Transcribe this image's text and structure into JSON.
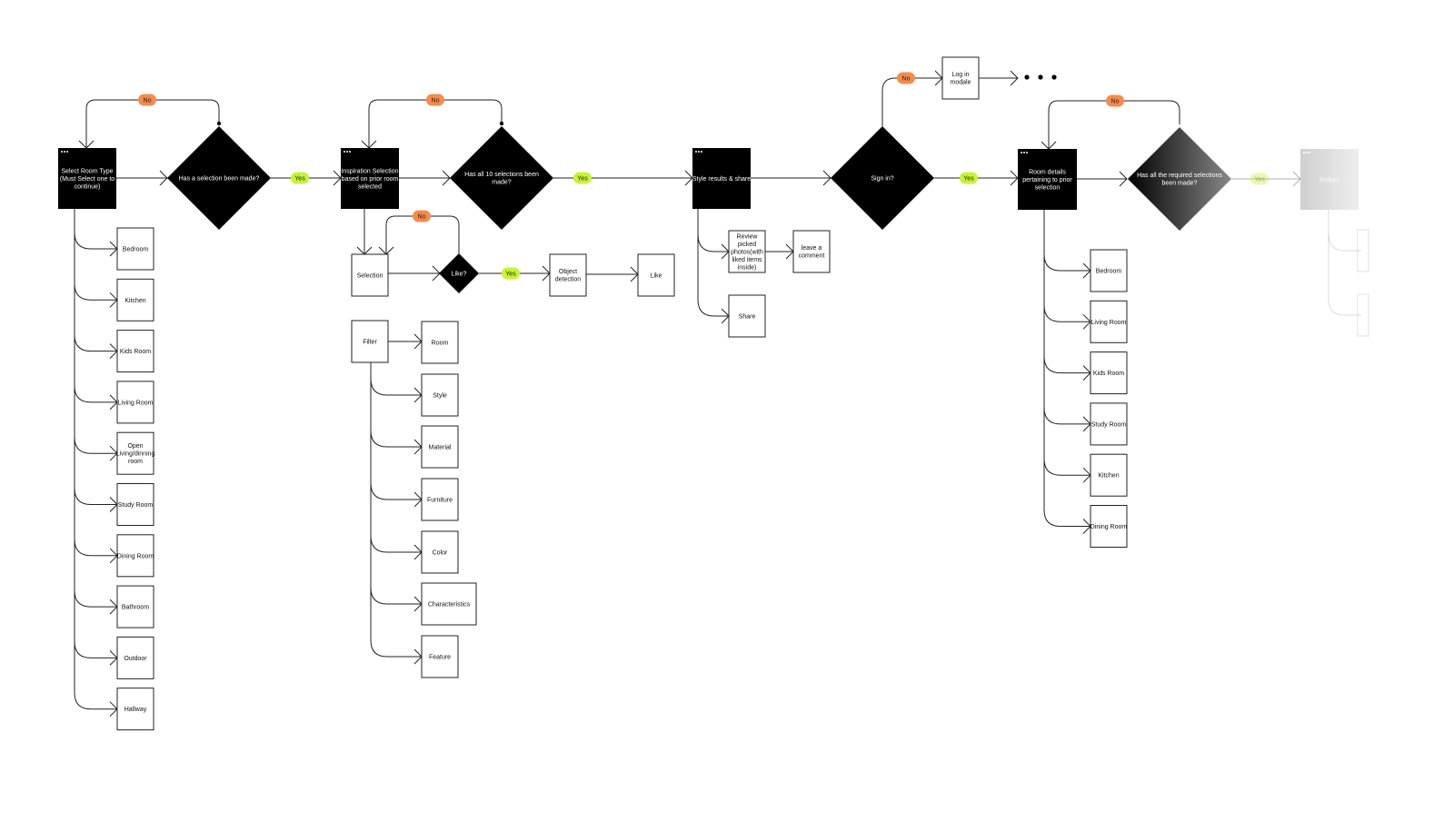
{
  "flow": {
    "screen1": "Select Room Type\n(Must Select one to\ncontinue)",
    "decision1": "Has a selection been made?",
    "screen2": "Inspiration Selection\nbased on prior room\nselected",
    "decision2": "Has all 10 selections been\nmade?",
    "screen3": "Style results & share",
    "decision3": "Sign in?",
    "login": "Log in\nmodale",
    "screen4": "Room details\npertaining to prior\nselection",
    "decision4": "Has all the required selections\nbeen made?",
    "screen5": "Budget"
  },
  "labels": {
    "yes": "Yes",
    "no": "No"
  },
  "room_types": [
    "Bedroom",
    "Kitchen",
    "Kids Room",
    "Living Room",
    "Open\nLiving/dinning\nroom",
    "Study Room",
    "Dining Room",
    "Bathroom",
    "Outdoor",
    "Hallway"
  ],
  "selection_flow": {
    "selection": "Selection",
    "like_question": "Like?",
    "object_detection": "Object\ndetection",
    "like": "Like"
  },
  "filter": {
    "label": "Filter",
    "options": [
      "Room",
      "Style",
      "Material",
      "Furniture",
      "Color",
      "Characteristics",
      "Feature"
    ]
  },
  "share_flow": {
    "review": "Review\npicked\nphotos(with\nliked items\ninside)",
    "comment": "leave a\ncomment",
    "share": "Share"
  },
  "room_details": [
    "Bedroom",
    "Living Room",
    "Kids Room",
    "Study Room",
    "Kitchen",
    "Dining Room"
  ],
  "colors": {
    "yes_badge": "#c6f432",
    "no_badge": "#f58b4c",
    "node_dark": "#000000",
    "line": "#222222"
  }
}
